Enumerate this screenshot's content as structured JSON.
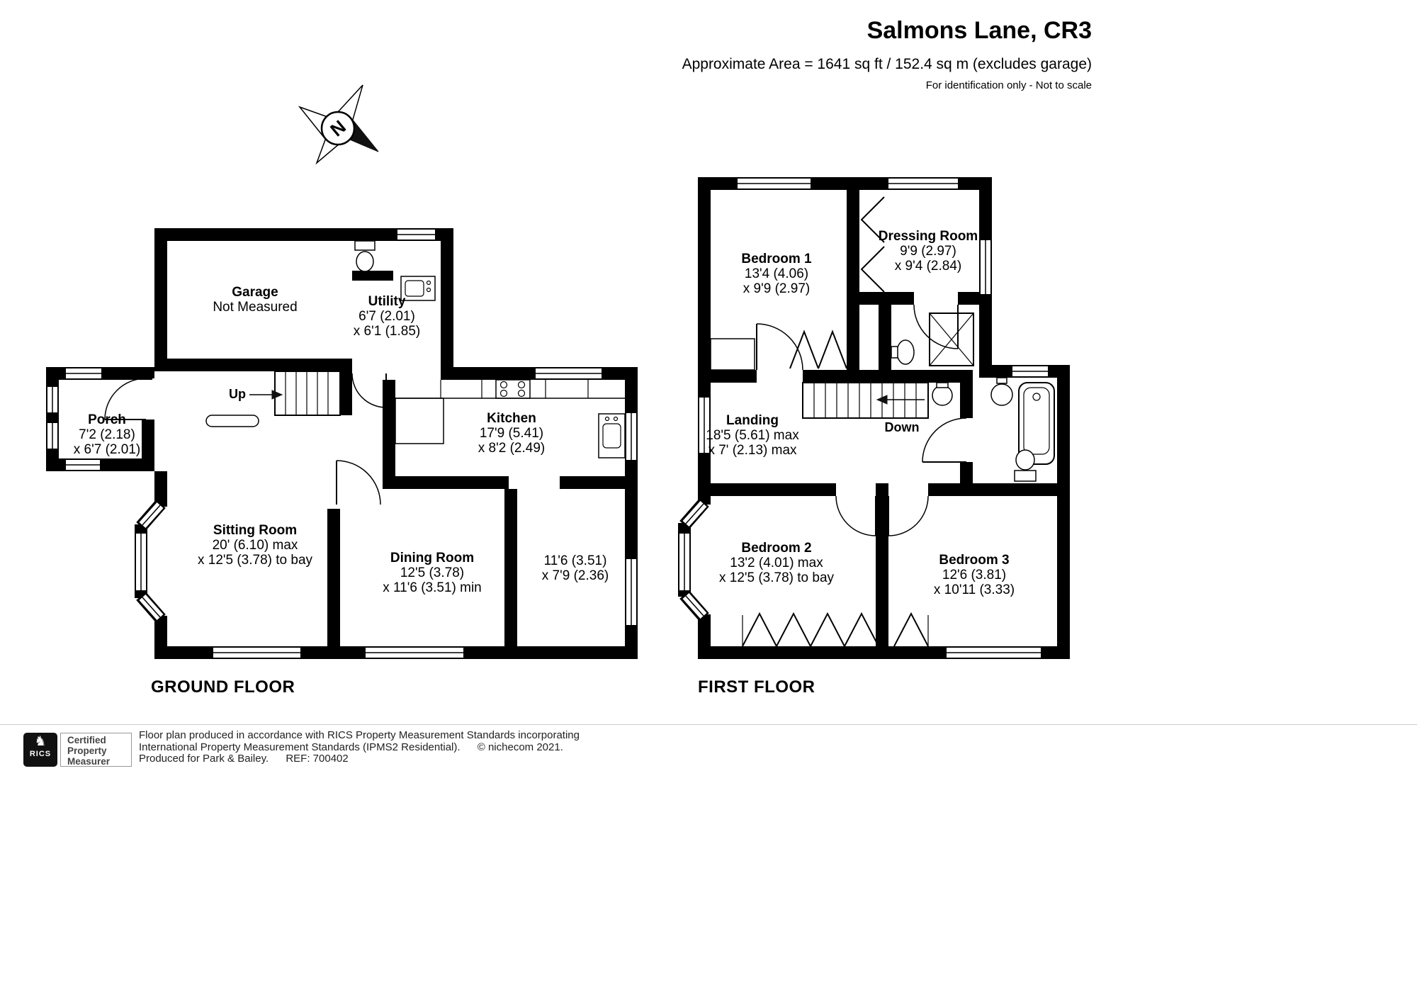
{
  "header": {
    "title": "Salmons Lane, CR3",
    "subtitle": "Approximate Area = 1641 sq ft / 152.4 sq m (excludes garage)",
    "note": "For identification only - Not to scale"
  },
  "compass": {
    "label": "N"
  },
  "ground_floor": {
    "title": "GROUND FLOOR",
    "stairs": {
      "label": "Up"
    },
    "rooms": {
      "garage": {
        "name": "Garage",
        "dim1": "Not Measured"
      },
      "utility": {
        "name": "Utility",
        "dim1": "6'7 (2.01)",
        "dim2": "x 6'1 (1.85)"
      },
      "porch": {
        "name": "Porch",
        "dim1": "7'2 (2.18)",
        "dim2": "x 6'7 (2.01)"
      },
      "kitchen": {
        "name": "Kitchen",
        "dim1": "17'9 (5.41)",
        "dim2": "x 8'2 (2.49)"
      },
      "sitting_room": {
        "name": "Sitting Room",
        "dim1": "20' (6.10) max",
        "dim2": "x 12'5 (3.78) to bay"
      },
      "dining_room": {
        "name": "Dining Room",
        "dim1": "12'5 (3.78)",
        "dim2": "x 11'6 (3.51) min"
      },
      "breakfast_area": {
        "dim1": "11'6 (3.51)",
        "dim2": "x 7'9 (2.36)"
      }
    }
  },
  "first_floor": {
    "title": "FIRST FLOOR",
    "stairs": {
      "label": "Down"
    },
    "rooms": {
      "bedroom1": {
        "name": "Bedroom 1",
        "dim1": "13'4 (4.06)",
        "dim2": "x 9'9 (2.97)"
      },
      "dressing_room": {
        "name": "Dressing Room",
        "dim1": "9'9 (2.97)",
        "dim2": "x 9'4 (2.84)"
      },
      "landing": {
        "name": "Landing",
        "dim1": "18'5 (5.61) max",
        "dim2": "x 7' (2.13) max"
      },
      "bedroom2": {
        "name": "Bedroom 2",
        "dim1": "13'2 (4.01) max",
        "dim2": "x 12'5 (3.78) to bay"
      },
      "bedroom3": {
        "name": "Bedroom 3",
        "dim1": "12'6 (3.81)",
        "dim2": "x 10'11 (3.33)"
      }
    }
  },
  "footer": {
    "logo_icon": "♞",
    "rics_brand": "RICS",
    "badge": {
      "line1": "Certified",
      "line2": "Property",
      "line3": "Measurer"
    },
    "disclaimer1": "Floor plan produced in accordance with RICS Property Measurement Standards incorporating",
    "disclaimer2": "International Property Measurement Standards (IPMS2 Residential).",
    "copyright": "© nichecom 2021.",
    "produced_for": "Produced for Park & Bailey.",
    "ref": "REF: 700402"
  }
}
